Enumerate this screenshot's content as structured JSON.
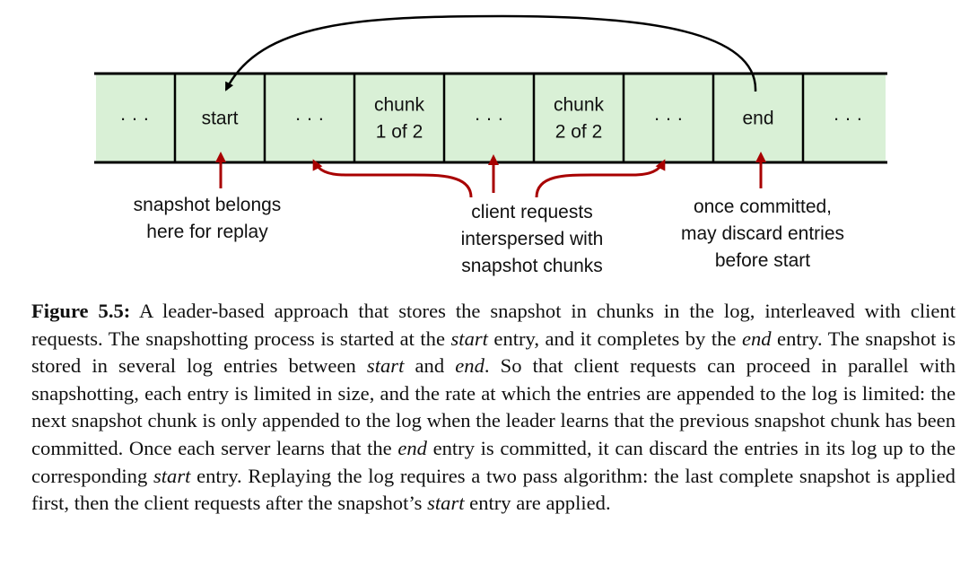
{
  "log": {
    "cells": [
      {
        "lines": [
          "· · ·"
        ]
      },
      {
        "lines": [
          "start"
        ]
      },
      {
        "lines": [
          "· · ·"
        ]
      },
      {
        "lines": [
          "chunk",
          "1 of 2"
        ]
      },
      {
        "lines": [
          "· · ·"
        ]
      },
      {
        "lines": [
          "chunk",
          "2 of 2"
        ]
      },
      {
        "lines": [
          "· · ·"
        ]
      },
      {
        "lines": [
          "end"
        ]
      },
      {
        "lines": [
          "· · ·"
        ]
      }
    ],
    "fill_color": "#d9f0d6",
    "line_color": "#000000"
  },
  "arrow_color": "#a80000",
  "annotations": {
    "left": [
      "snapshot belongs",
      "here for replay"
    ],
    "middle": [
      "client requests",
      "interspersed with",
      "snapshot chunks"
    ],
    "right": [
      "once committed,",
      "may discard entries",
      "before start"
    ]
  },
  "caption": {
    "label": "Figure 5.5:",
    "segments": [
      {
        "t": " A leader-based approach that stores the snapshot in chunks in the log, interleaved with client requests. The snapshotting process is started at the "
      },
      {
        "t": "start",
        "em": true
      },
      {
        "t": " entry, and it completes by the "
      },
      {
        "t": "end",
        "em": true
      },
      {
        "t": " entry. The snapshot is stored in several log entries between "
      },
      {
        "t": "start",
        "em": true
      },
      {
        "t": " and "
      },
      {
        "t": "end",
        "em": true
      },
      {
        "t": ". So that client requests can proceed in parallel with snapshotting, each entry is limited in size, and the rate at which the entries are appended to the log is limited: the next snapshot chunk is only appended to the log when the leader learns that the previous snapshot chunk has been committed. Once each server learns that the "
      },
      {
        "t": "end",
        "em": true
      },
      {
        "t": " entry is committed, it can discard the entries in its log up to the corresponding "
      },
      {
        "t": "start",
        "em": true
      },
      {
        "t": " entry. Replaying the log requires a two pass algorithm: the last complete snapshot is applied first, then the client requests after the snapshot’s "
      },
      {
        "t": "start",
        "em": true
      },
      {
        "t": " entry are applied."
      }
    ]
  }
}
